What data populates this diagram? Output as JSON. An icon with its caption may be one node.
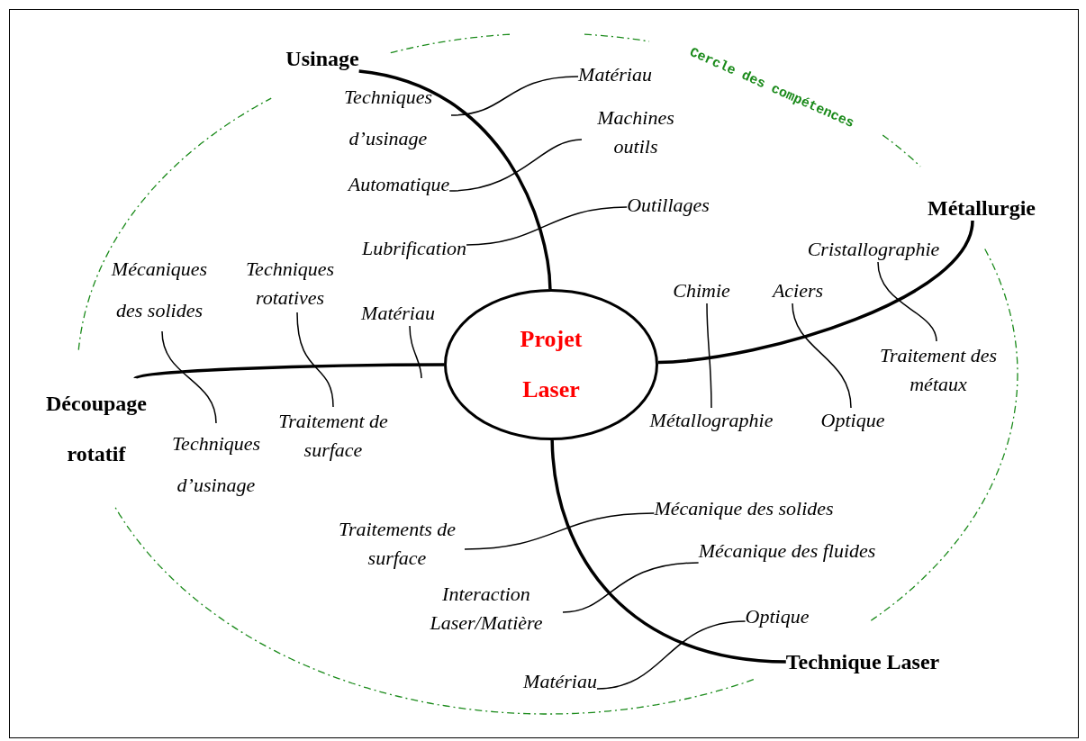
{
  "diagram": {
    "nodes": [
      {
        "text": [
          "Projet Laser"
        ]
      },
      {
        "text": [
          "Usinage"
        ]
      },
      {
        "text": [
          "Matériau"
        ]
      },
      {
        "text": [
          "Techniques d’usinage"
        ]
      },
      {
        "text": [
          "Machines outils"
        ]
      },
      {
        "text": [
          "Automatique"
        ]
      },
      {
        "text": [
          "Outillages"
        ]
      },
      {
        "text": [
          "Lubrification"
        ]
      },
      {
        "text": [
          "Métallurgie"
        ]
      },
      {
        "text": [
          "Cristallographie"
        ]
      },
      {
        "text": [
          "Chimie"
        ]
      },
      {
        "text": [
          "Aciers"
        ]
      },
      {
        "text": [
          "Traitement des métaux"
        ]
      },
      {
        "text": [
          "Métallographie"
        ]
      },
      {
        "text": [
          "Optique"
        ]
      },
      {
        "text": [
          "Découpage rotatif"
        ]
      },
      {
        "text": [
          "Mécaniques des solides"
        ]
      },
      {
        "text": [
          "Techniques rotatives"
        ]
      },
      {
        "text": [
          "Matériau"
        ]
      },
      {
        "text": [
          "Traitement de surface"
        ]
      },
      {
        "text": [
          "Techniques d’usinage"
        ]
      },
      {
        "text": [
          "Technique Laser"
        ]
      },
      {
        "text": [
          "Mécanique des solides"
        ]
      },
      {
        "text": [
          "Traitements de surface"
        ]
      },
      {
        "text": [
          "Mécanique des fluides"
        ]
      },
      {
        "text": [
          "Interaction Laser/Matière"
        ]
      },
      {
        "text": [
          "Optique"
        ]
      },
      {
        "text": [
          "Matériau"
        ]
      }
    ],
    "edges": [
      {
        "from": 0,
        "to": 1,
        "arrow": "none",
        "style": "thick"
      },
      {
        "from": 0,
        "to": 8,
        "arrow": "none",
        "style": "thick"
      },
      {
        "from": 0,
        "to": 15,
        "arrow": "none",
        "style": "thick"
      },
      {
        "from": 0,
        "to": 21,
        "arrow": "none",
        "style": "thick"
      },
      {
        "from": 2,
        "to": 3,
        "arrow": "none"
      },
      {
        "from": 4,
        "to": 5,
        "arrow": "none"
      },
      {
        "from": 6,
        "to": 7,
        "arrow": "none"
      },
      {
        "from": 9,
        "to": 12,
        "arrow": "none"
      },
      {
        "from": 11,
        "to": 14,
        "arrow": "none"
      },
      {
        "from": 10,
        "to": 13,
        "arrow": "none"
      },
      {
        "from": 16,
        "to": 20,
        "arrow": "none"
      },
      {
        "from": 17,
        "to": 19,
        "arrow": "none"
      },
      {
        "from": 18,
        "to": null,
        "arrow": "none"
      },
      {
        "from": 22,
        "to": 23,
        "arrow": "none"
      },
      {
        "from": 24,
        "to": 25,
        "arrow": "none"
      },
      {
        "from": 26,
        "to": 27,
        "arrow": "none"
      }
    ],
    "labels": [
      "Cercle des compétences"
    ]
  }
}
